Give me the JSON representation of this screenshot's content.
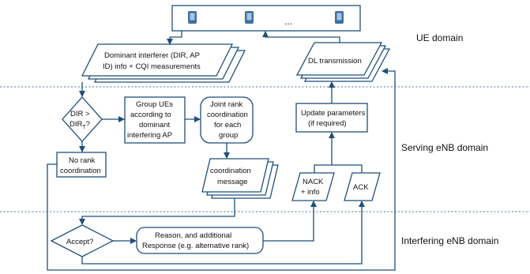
{
  "domains": {
    "ue": "UE domain",
    "serving": "Serving eNB domain",
    "interfering": "Interfering eNB domain"
  },
  "ue_group": {
    "ellipsis": "...",
    "devices": [
      "ue-device-1",
      "ue-device-2",
      "ue-device-3"
    ]
  },
  "nodes": {
    "dominant_interferer": [
      "Dominant interferer (DIR, AP",
      "ID) info + CQI measurements"
    ],
    "dl_transmission": [
      "DL transmission"
    ],
    "dir_decision": [
      "DIR >",
      "DIR",
      "?"
    ],
    "dir_subscript": "T",
    "group_ues": [
      "Group UEs",
      "according to",
      "dominant",
      "interfering AP"
    ],
    "joint_rank": [
      "Joint rank",
      "coordination",
      "for each",
      "group"
    ],
    "update_parameters": [
      "Update parameters",
      "(if required)"
    ],
    "no_rank": [
      "No rank",
      "coordination"
    ],
    "coordination_message": [
      "coordination",
      "message"
    ],
    "nack": [
      "NACK",
      "+ info"
    ],
    "ack": [
      "ACK"
    ],
    "accept": [
      "Accept?"
    ],
    "reason": [
      "Reason, and additional",
      "Response (e.g. alternative rank)"
    ]
  },
  "colors": {
    "stroke": "#1f4e79",
    "separator": "#6f8fb8",
    "device": "#3d6fa3"
  }
}
